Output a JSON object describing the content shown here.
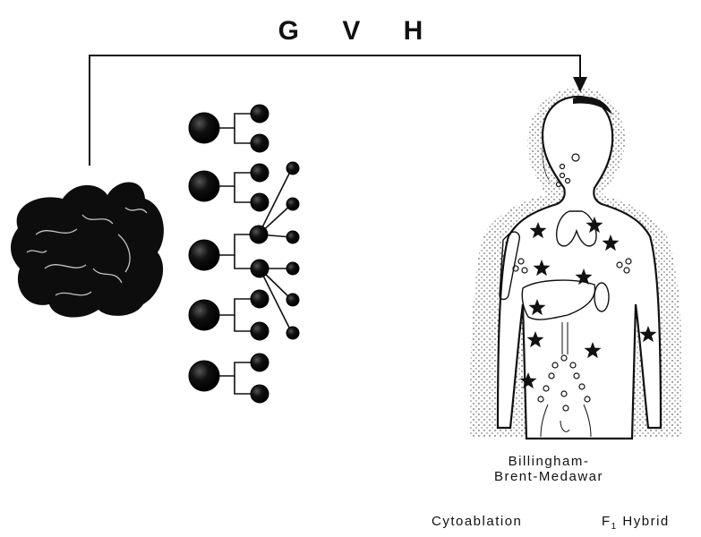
{
  "title": "G  V  H",
  "host": {
    "model_line1": "Billingham-",
    "model_line2": "Brent-Medawar"
  },
  "conditions": {
    "cytoablation": "Cytoablation",
    "hybrid_prefix": "F",
    "hybrid_sub": "1",
    "hybrid_suffix": " Hybrid"
  },
  "colors": {
    "ink": "#111111",
    "background": "#ffffff"
  }
}
